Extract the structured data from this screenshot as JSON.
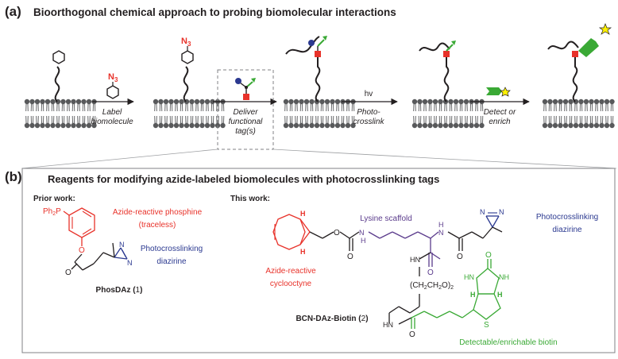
{
  "panel_a": {
    "label": "(a)",
    "title": "Bioorthogonal chemical approach to probing biomolecular interactions",
    "steps": [
      {
        "line1": "Label",
        "line2": "biomolecule"
      },
      {
        "line1": "Deliver",
        "line2": "functional",
        "line3": "tag(s)"
      },
      {
        "above": "hv",
        "line1": "Photo-",
        "line2": "crosslink"
      },
      {
        "line1": "Detect or",
        "line2": "enrich"
      }
    ],
    "azide_symbol": "N",
    "azide_subscript": "3"
  },
  "panel_b": {
    "label": "(b)",
    "title": "Reagents for modifying azide-labeled biomolecules with photocrosslinking tags",
    "prior_work": {
      "heading": "Prior work:",
      "ph2p": "Ph",
      "ph2p_sub": "2",
      "ph2p_p": "P",
      "phosphine_line1": "Azide-reactive phosphine",
      "phosphine_line2": "(traceless)",
      "diazirine_line1": "Photocrosslinking",
      "diazirine_line2": "diazirine",
      "compound_name": "PhosDAz (",
      "compound_number": "1",
      "compound_close": ")"
    },
    "this_work": {
      "heading": "This work:",
      "lysine": "Lysine scaffold",
      "diazirine_line1": "Photocrosslinking",
      "diazirine_line2": "diazirine",
      "cyclooctyne_line1": "Azide-reactive",
      "cyclooctyne_line2": "cyclooctyne",
      "peg": "(CH",
      "peg_mid": "CH",
      "peg_end": "O)",
      "biotin": "Detectable/enrichable biotin",
      "compound_name": "BCN-DAz-Biotin (",
      "compound_number": "2",
      "compound_close": ")"
    }
  },
  "colors": {
    "red": "#e8322a",
    "blue": "#2b3990",
    "purple": "#5b3c8c",
    "green": "#3aa935",
    "gray": "#6d6e71",
    "dark_green": "#2f7d2c"
  }
}
